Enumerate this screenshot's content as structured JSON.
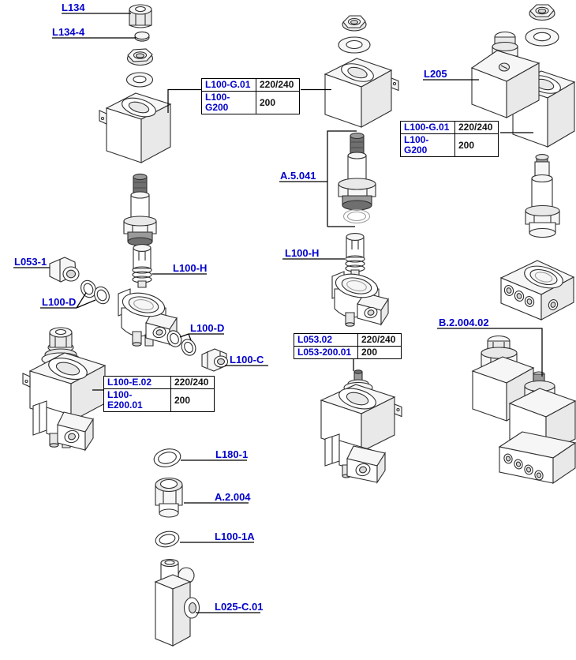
{
  "colors": {
    "link_blue": "#0000cc",
    "line_black": "#000000",
    "table_text": "#141414",
    "background": "#ffffff"
  },
  "labels": {
    "l134": "L134",
    "l134_4": "L134-4",
    "l205": "L205",
    "a_5_041": "A.5.041",
    "l100_h_mid": "L100-H",
    "l053_1": "L053-1",
    "l100_d_left": "L100-D",
    "l100_h_left": "L100-H",
    "l100_d_right": "L100-D",
    "l100_c": "L100-C",
    "b_2_004_02": "B.2.004.02",
    "l180_1": "L180-1",
    "a_2_004": "A.2.004",
    "l100_1a": "L100-1A",
    "l025_c_01": "L025-C.01"
  },
  "tables": {
    "coil_left": {
      "rows": [
        {
          "part": "L100-G.01",
          "voltage": "220/240"
        },
        {
          "part": "L100-G200",
          "voltage": "200"
        }
      ]
    },
    "coil_right": {
      "rows": [
        {
          "part": "L100-G.01",
          "voltage": "220/240"
        },
        {
          "part": "L100-G200",
          "voltage": "200"
        }
      ]
    },
    "valve_mid": {
      "rows": [
        {
          "part": "L053.02",
          "voltage": "220/240"
        },
        {
          "part": "L053-200.01",
          "voltage": "200"
        }
      ]
    },
    "valve_left": {
      "rows": [
        {
          "part": "L100-E.02",
          "voltage": "220/240"
        },
        {
          "part": "L100-E200.01",
          "voltage": "200"
        }
      ]
    }
  }
}
